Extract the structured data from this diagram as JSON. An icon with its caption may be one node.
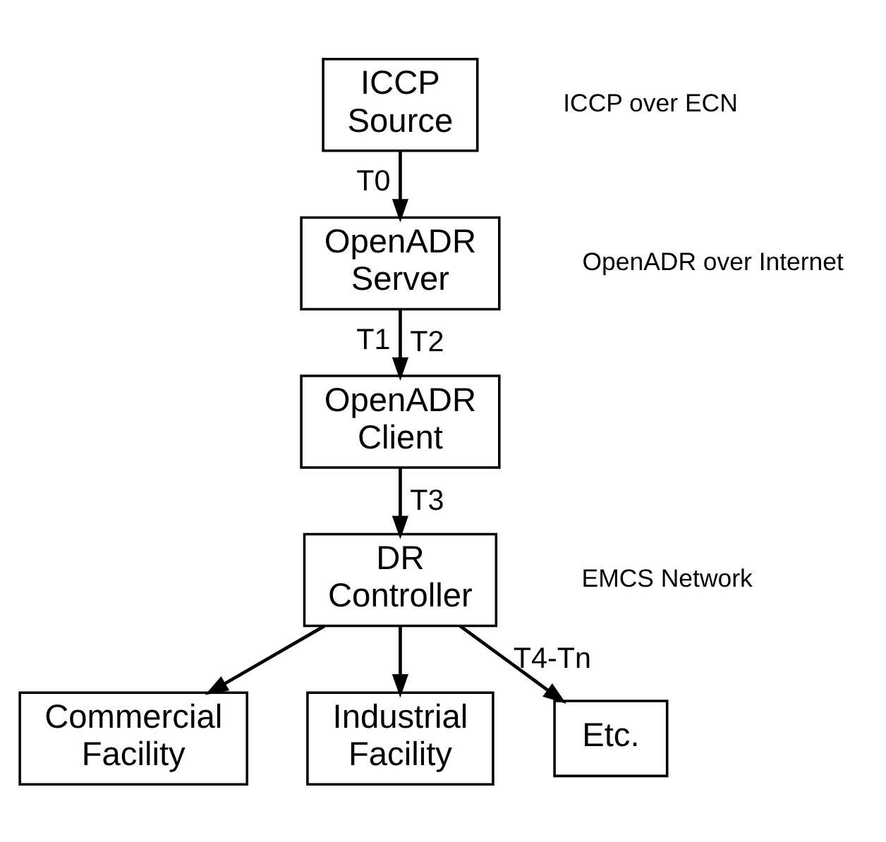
{
  "diagram": {
    "nodes": [
      {
        "text": [
          "ICCP Source"
        ]
      },
      {
        "text": [
          "OpenADR Server"
        ]
      },
      {
        "text": [
          "OpenADR Client"
        ]
      },
      {
        "text": [
          "DR Controller"
        ]
      },
      {
        "text": [
          "Commercial Facility"
        ]
      },
      {
        "text": [
          "Industrial Facility"
        ]
      },
      {
        "text": [
          "Etc."
        ]
      }
    ],
    "edges": [
      {
        "from": 0,
        "to": 1,
        "arrow": "to"
      },
      {
        "from": 1,
        "to": 2,
        "arrow": "to"
      },
      {
        "from": 2,
        "to": 3,
        "arrow": "to"
      },
      {
        "from": 3,
        "to": 4,
        "arrow": "to"
      },
      {
        "from": 3,
        "to": 5,
        "arrow": "to"
      },
      {
        "from": 3,
        "to": 6,
        "arrow": "to"
      }
    ],
    "labels": [
      "ICCP over ECN",
      "T0",
      "OpenADR over Internet",
      "T1",
      "T2",
      "EMCS Network",
      "T3",
      "T4-Tn"
    ]
  }
}
